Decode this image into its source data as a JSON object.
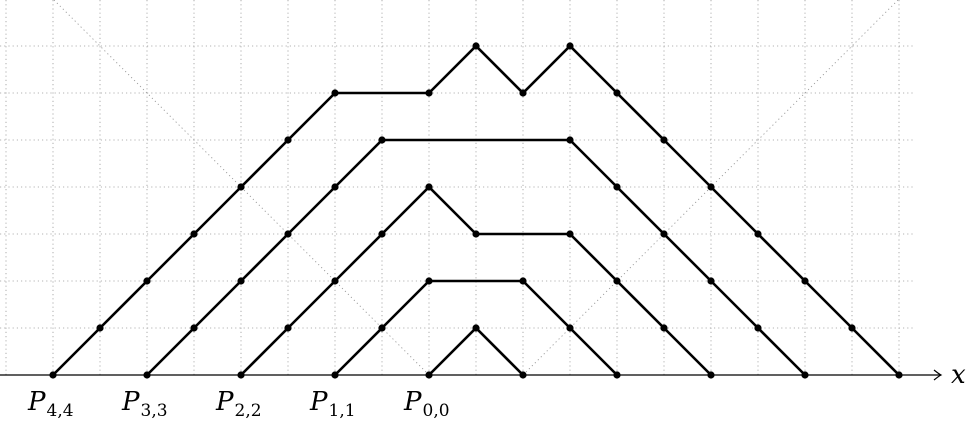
{
  "diagram": {
    "axis_label": "x",
    "lattice": {
      "x_min": -9,
      "x_max": 10,
      "y_min": 0,
      "y_max": 7
    },
    "point_labels": [
      {
        "letter": "P",
        "sub": "4,4",
        "at": -8
      },
      {
        "letter": "P",
        "sub": "3,3",
        "at": -6
      },
      {
        "letter": "P",
        "sub": "2,2",
        "at": -4
      },
      {
        "letter": "P",
        "sub": "1,1",
        "at": -2
      },
      {
        "letter": "P",
        "sub": "0,0",
        "at": 0
      }
    ],
    "paths": [
      {
        "name": "path-0",
        "points": [
          [
            0,
            0
          ],
          [
            1,
            1
          ],
          [
            2,
            0
          ]
        ]
      },
      {
        "name": "path-1",
        "points": [
          [
            -2,
            0
          ],
          [
            -1,
            1
          ],
          [
            0,
            2
          ],
          [
            2,
            2
          ],
          [
            3,
            1
          ],
          [
            4,
            0
          ]
        ]
      },
      {
        "name": "path-2",
        "points": [
          [
            -4,
            0
          ],
          [
            -3,
            1
          ],
          [
            -2,
            2
          ],
          [
            -1,
            3
          ],
          [
            0,
            4
          ],
          [
            1,
            3
          ],
          [
            3,
            3
          ],
          [
            4,
            2
          ],
          [
            5,
            1
          ],
          [
            6,
            0
          ]
        ]
      },
      {
        "name": "path-3",
        "points": [
          [
            -6,
            0
          ],
          [
            -5,
            1
          ],
          [
            -4,
            2
          ],
          [
            -3,
            3
          ],
          [
            -2,
            4
          ],
          [
            -1,
            5
          ],
          [
            3,
            5
          ],
          [
            4,
            4
          ],
          [
            5,
            3
          ],
          [
            6,
            2
          ],
          [
            7,
            1
          ],
          [
            8,
            0
          ]
        ]
      },
      {
        "name": "path-4",
        "points": [
          [
            -8,
            0
          ],
          [
            -7,
            1
          ],
          [
            -6,
            2
          ],
          [
            -5,
            3
          ],
          [
            -4,
            4
          ],
          [
            -3,
            5
          ],
          [
            -2,
            6
          ],
          [
            0,
            6
          ],
          [
            1,
            7
          ],
          [
            2,
            6
          ],
          [
            3,
            7
          ],
          [
            4,
            6
          ],
          [
            5,
            5
          ],
          [
            6,
            4
          ],
          [
            7,
            3
          ],
          [
            8,
            2
          ],
          [
            9,
            1
          ],
          [
            10,
            0
          ]
        ]
      }
    ]
  }
}
